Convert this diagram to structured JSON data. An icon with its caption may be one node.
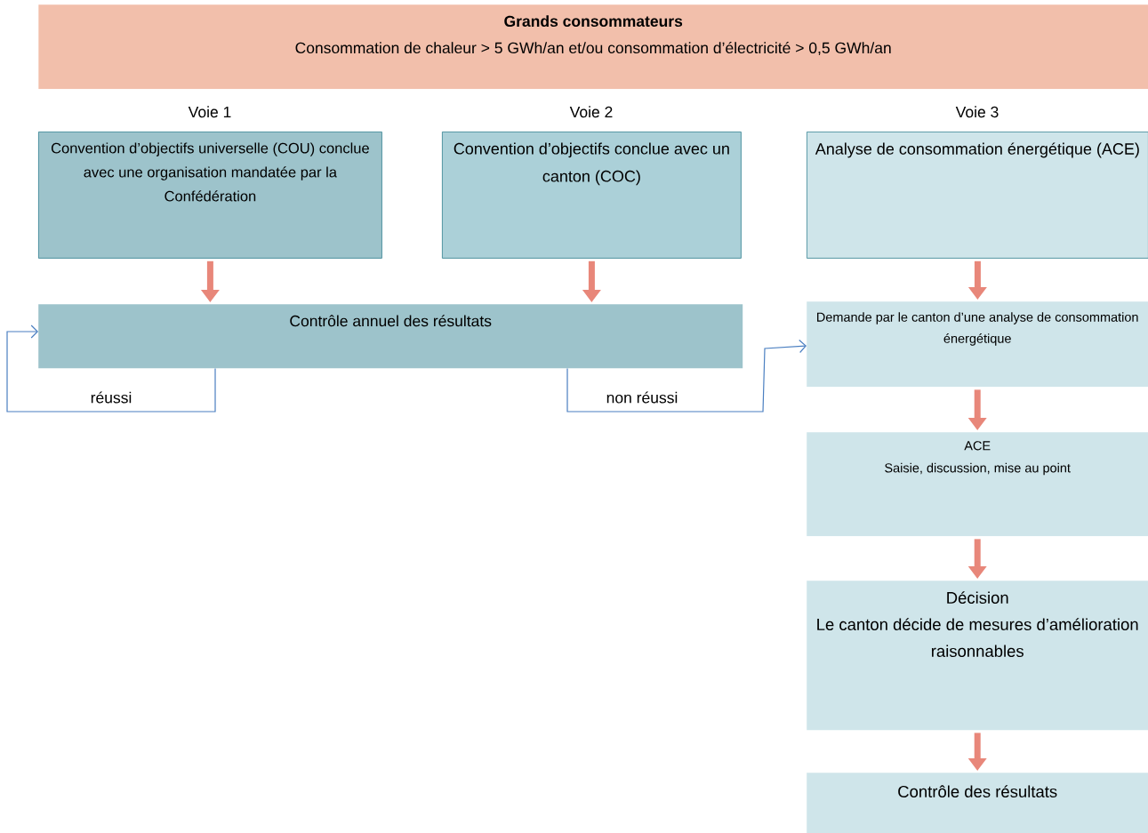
{
  "diagram": {
    "nodes": [
      {
        "text": [
          "Grands consommateurs",
          "Consommation de chaleur > 5 GWh/an et/ou consommation d’électricité > 0,5 GWh/an"
        ]
      },
      {
        "text": [
          "Voie 1",
          "Convention d’objectifs universelle (COU) conclue avec une organisation mandatée par la Confédération"
        ]
      },
      {
        "text": [
          "Voie 2",
          "Convention d’objectifs conclue avec un canton (COC)"
        ]
      },
      {
        "text": [
          "Voie 3",
          "Analyse de consommation énergétique (ACE)"
        ]
      },
      {
        "text": [
          "Contrôle annuel des résultats"
        ]
      },
      {
        "text": [
          "Demande par le canton d’une analyse de consommation énergétique"
        ]
      },
      {
        "text": [
          "ACE",
          "Saisie, discussion, mise au point"
        ]
      },
      {
        "text": [
          "Décision",
          "Le canton décide de mesures d’amélioration raisonnables"
        ]
      },
      {
        "text": [
          "Contrôle des résultats"
        ]
      }
    ],
    "edges": [
      {
        "from": 1,
        "to": 4,
        "arrow": "to"
      },
      {
        "from": 2,
        "to": 4,
        "arrow": "to"
      },
      {
        "from": 3,
        "to": 5,
        "arrow": "to"
      },
      {
        "from": 5,
        "to": 6,
        "arrow": "to"
      },
      {
        "from": 6,
        "to": 7,
        "arrow": "to"
      },
      {
        "from": 7,
        "to": 8,
        "arrow": "to"
      },
      {
        "from": 4,
        "to": 4,
        "arrow": "to",
        "label": "réussi",
        "color": "#4a7fc1"
      },
      {
        "from": 4,
        "to": 5,
        "arrow": "to",
        "label": "non réussi",
        "color": "#4a7fc1"
      }
    ]
  }
}
